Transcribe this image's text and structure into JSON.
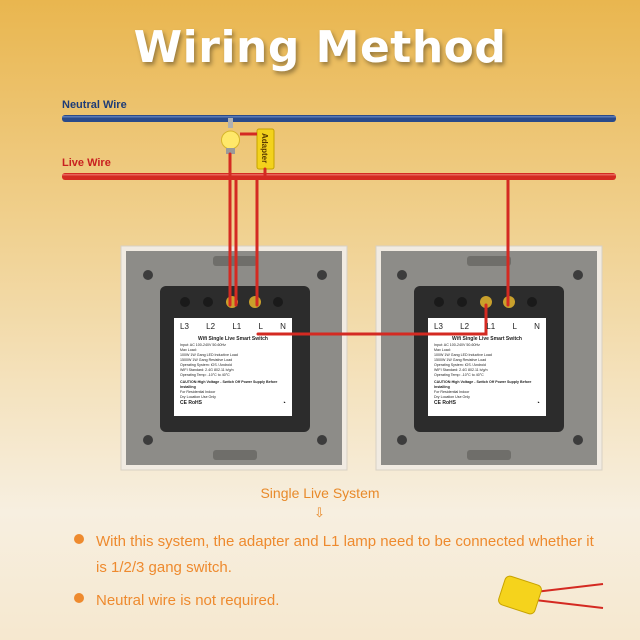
{
  "title": "Wiring Method",
  "wires": {
    "neutral_label": "Neutral Wire",
    "live_label": "Live Wire",
    "neutral_color": "#2a4a8a",
    "live_color": "#d42a22"
  },
  "adapter_label": "Adapter",
  "switches": [
    {
      "terminals": [
        "L3",
        "L2",
        "L1",
        "L",
        "N"
      ],
      "product": "Wifi Single Live Smart Switch",
      "spec_lines": [
        "Input: AC 100-240V 50-60Hz",
        "Max Load:",
        "100W 1W Gang LED Inductive Load",
        "1500W 1W Gang Resistive Load",
        "Operating System: iOS / Android",
        "WIFI Standard: 2.4G 802.11 b/g/n",
        "Operating Temp: -10°C to 40°C"
      ],
      "caution": "CAUTION:High Voltage - Switch Off Power Supply Before Installing",
      "note_lines": [
        "For Residential Indoor",
        "Dry Location Use Only"
      ],
      "marks": "CE RoHS"
    },
    {
      "terminals": [
        "L3",
        "L2",
        "L1",
        "L",
        "N"
      ],
      "product": "Wifi Single Live Smart Switch",
      "spec_lines": [
        "Input: AC 100-240V 50-60Hz",
        "Max Load:",
        "100W 1W Gang LED Inductive Load",
        "1500W 1W Gang Resistive Load",
        "Operating System: iOS / Android",
        "WIFI Standard: 2.4G 802.11 b/g/n",
        "Operating Temp: -10°C to 40°C"
      ],
      "caution": "CAUTION:High Voltage - Switch Off Power Supply Before Installing",
      "note_lines": [
        "For Residential Indoor",
        "Dry Location Use Only"
      ],
      "marks": "CE RoHS"
    }
  ],
  "caption": "Single Live System",
  "bullets": [
    "With this system, the adapter and L1 lamp need to be connected whether it is 1/2/3 gang switch.",
    "Neutral wire is not required."
  ],
  "icons": [
    "lamp-icon",
    "wifi-icon",
    "caution-icon",
    "capacitor-adapter-icon",
    "arrow-down-icon"
  ]
}
